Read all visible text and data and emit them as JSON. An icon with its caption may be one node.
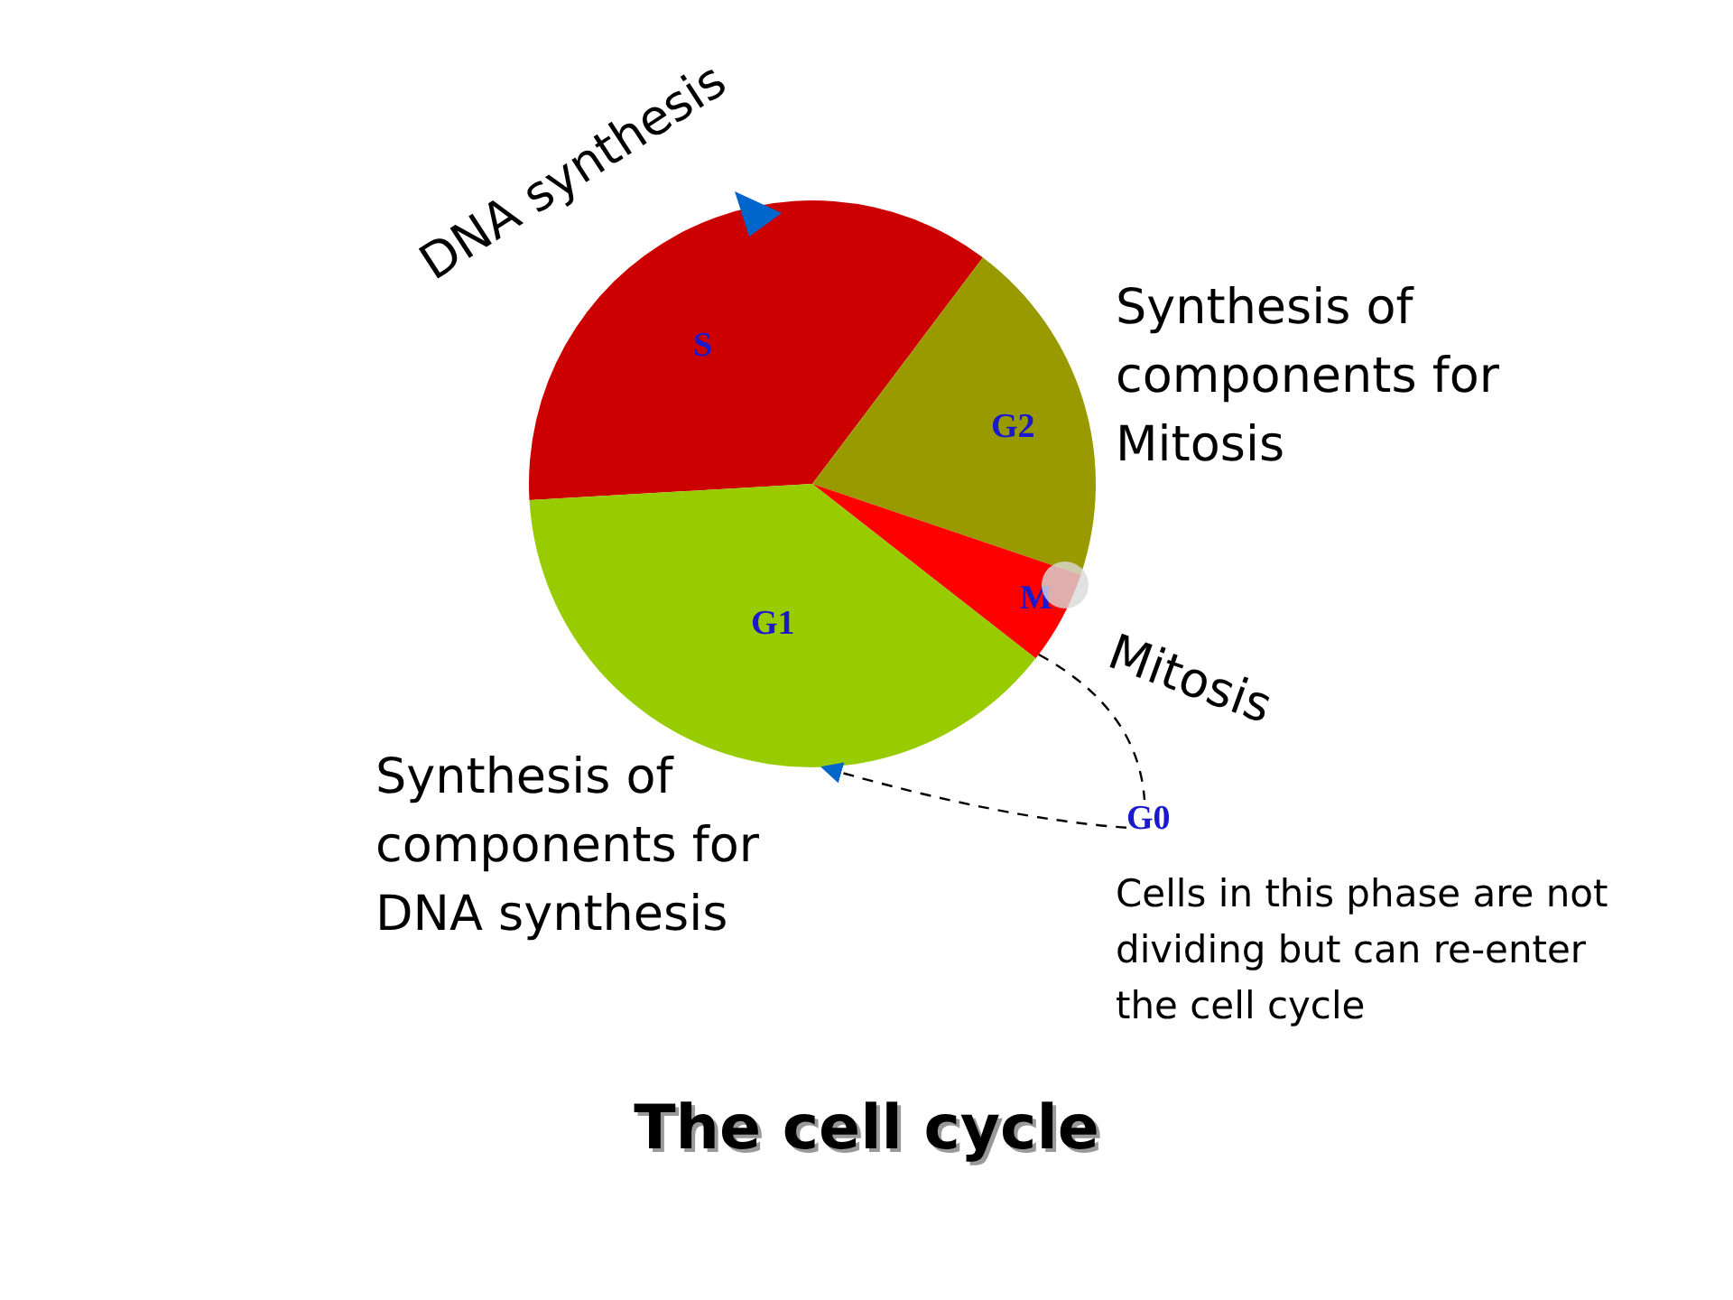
{
  "diagram": {
    "title": "The cell cycle",
    "nodes": [
      {
        "text": [
          "S"
        ],
        "beside": [
          "DNA synthesis"
        ]
      },
      {
        "text": [
          "G2"
        ],
        "beside": [
          "Synthesis of components for Mitosis"
        ]
      },
      {
        "text": [
          "M"
        ],
        "beside": [
          "Mitosis"
        ]
      },
      {
        "text": [
          "G1"
        ],
        "beside": [
          "Synthesis of components for DNA synthesis"
        ]
      },
      {
        "text": [
          "G0"
        ],
        "beside": [
          "Cells in this phase are not dividing but can re-enter the cell cycle"
        ]
      }
    ],
    "edges": [
      {
        "from": 2,
        "to": 4,
        "arrow": "none",
        "style": "dashed"
      },
      {
        "from": 4,
        "to": 3,
        "arrow": "to",
        "style": "dashed"
      }
    ]
  }
}
